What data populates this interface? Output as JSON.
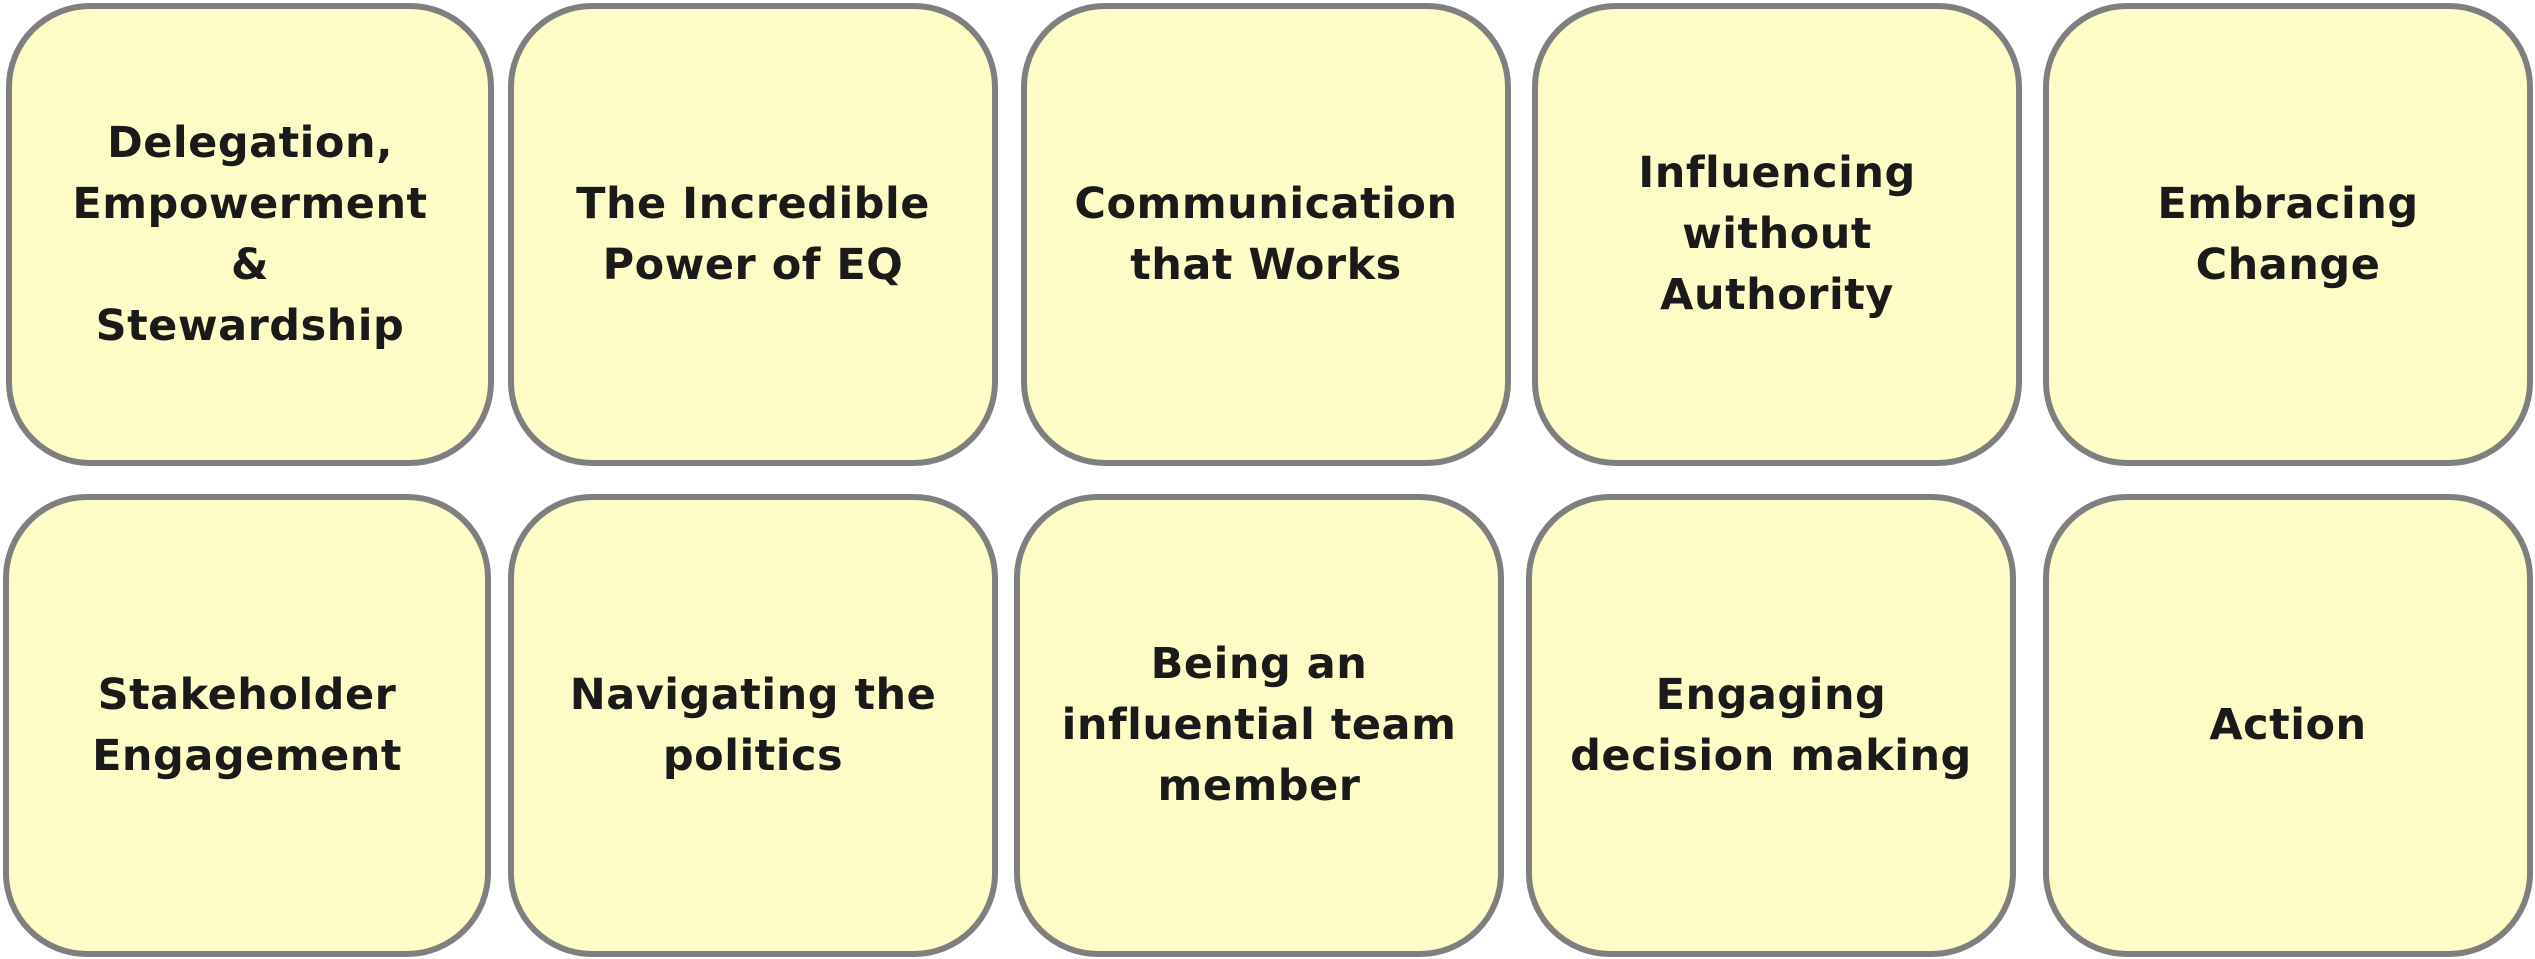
{
  "tiles": [
    {
      "label": "Delegation,\nEmpowerment\n&\nStewardship"
    },
    {
      "label": "The Incredible\nPower of EQ"
    },
    {
      "label": "Communication\nthat Works"
    },
    {
      "label": "Influencing\nwithout\nAuthority"
    },
    {
      "label": "Embracing\nChange"
    },
    {
      "label": "Stakeholder\nEngagement"
    },
    {
      "label": "Navigating the\npolitics"
    },
    {
      "label": "Being an\ninfluential team\nmember"
    },
    {
      "label": "Engaging\ndecision making"
    },
    {
      "label": "Action"
    }
  ],
  "colors": {
    "tile_fill": "#fdfcc6",
    "tile_border": "#7f7f7f",
    "text": "#1a1a1a",
    "background": "#ffffff"
  }
}
